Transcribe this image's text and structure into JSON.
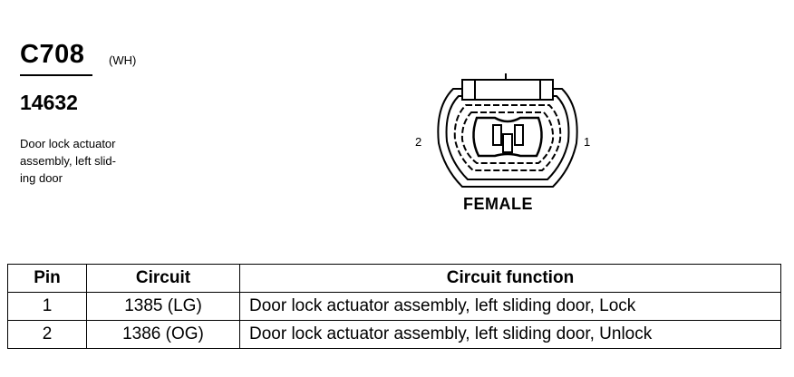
{
  "connector": {
    "code": "C708",
    "color_code": "(WH)",
    "part_number": "14632",
    "description_lines": [
      "Door lock actuator",
      "assembly, left slid-",
      "ing door"
    ],
    "gender": "FEMALE",
    "pin_labels": {
      "left": "2",
      "right": "1"
    }
  },
  "table": {
    "headers": {
      "pin": "Pin",
      "circuit": "Circuit",
      "function": "Circuit function"
    },
    "rows": [
      {
        "pin": "1",
        "circuit": "1385 (LG)",
        "function": "Door lock actuator assembly, left sliding door, Lock"
      },
      {
        "pin": "2",
        "circuit": "1386 (OG)",
        "function": "Door lock actuator assembly, left sliding door, Unlock"
      }
    ]
  }
}
